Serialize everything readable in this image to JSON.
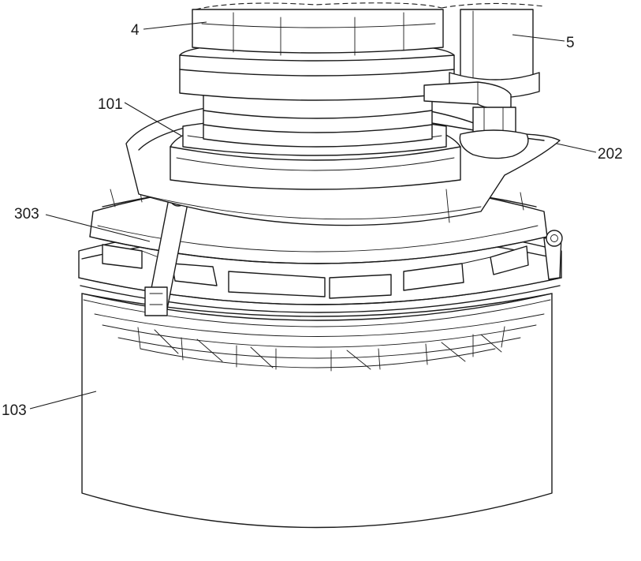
{
  "figure": {
    "labels": {
      "part_4": "4",
      "part_5": "5",
      "part_101": "101",
      "part_202": "202",
      "part_303": "303",
      "part_103": "103"
    }
  }
}
